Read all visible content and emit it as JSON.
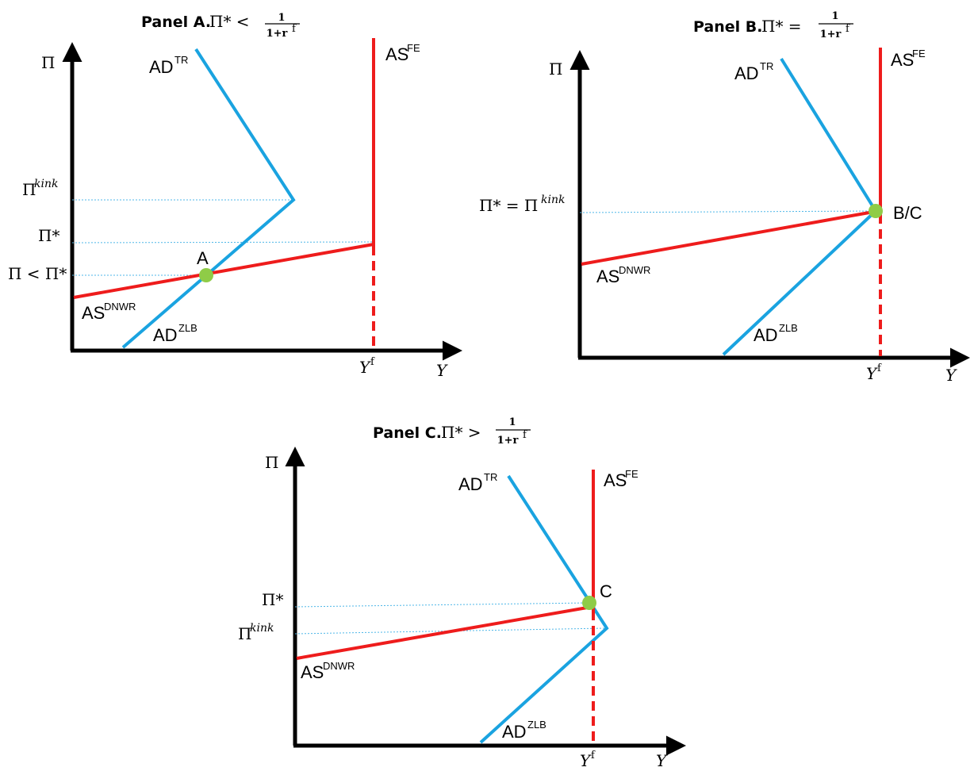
{
  "colors": {
    "axis": "#000000",
    "ad": "#1aa3e0",
    "as": "#ee1c1c",
    "guide": "#4fb7e8",
    "point": "#8fcc47"
  },
  "panelA": {
    "title_bold": "Panel A.",
    "title_math": "Π* < ",
    "frac_num": "1",
    "frac_den": "1+r",
    "frac_den_sup": "f",
    "yaxis_label": "Π",
    "xaxis_label": "Y",
    "yf_label": "Y",
    "yf_sup": "f",
    "tick_kink": "Π",
    "tick_kink_sup": "kink",
    "tick_star": "Π*",
    "tick_less": "Π < Π*",
    "ad_tr": "AD",
    "ad_tr_sup": "TR",
    "as_fe": "AS",
    "as_fe_sup": "FE",
    "as_dnwr": "AS",
    "as_dnwr_sup": "DNWR",
    "ad_zlb": "AD",
    "ad_zlb_sup": "ZLB",
    "point": "A"
  },
  "panelB": {
    "title_bold": "Panel B.",
    "title_math": "Π* = ",
    "frac_num": "1",
    "frac_den": "1+r",
    "frac_den_sup": "f",
    "yaxis_label": "Π",
    "xaxis_label": "Y",
    "yf_label": "Y",
    "yf_sup": "f",
    "tick_eq": "Π* = Π",
    "tick_eq_sup": "kink",
    "ad_tr": "AD",
    "ad_tr_sup": "TR",
    "as_fe": "AS",
    "as_fe_sup": "FE",
    "as_dnwr": "AS",
    "as_dnwr_sup": "DNWR",
    "ad_zlb": "AD",
    "ad_zlb_sup": "ZLB",
    "point": "B/C"
  },
  "panelC": {
    "title_bold": "Panel C.",
    "title_math": "Π* > ",
    "frac_num": "1",
    "frac_den": "1+r",
    "frac_den_sup": "f",
    "yaxis_label": "Π",
    "xaxis_label": "Y",
    "yf_label": "Y",
    "yf_sup": "f",
    "tick_star": "Π*",
    "tick_kink": "Π",
    "tick_kink_sup": "kink",
    "ad_tr": "AD",
    "ad_tr_sup": "TR",
    "as_fe": "AS",
    "as_fe_sup": "FE",
    "as_dnwr": "AS",
    "as_dnwr_sup": "DNWR",
    "ad_zlb": "AD",
    "ad_zlb_sup": "ZLB",
    "point": "C"
  }
}
